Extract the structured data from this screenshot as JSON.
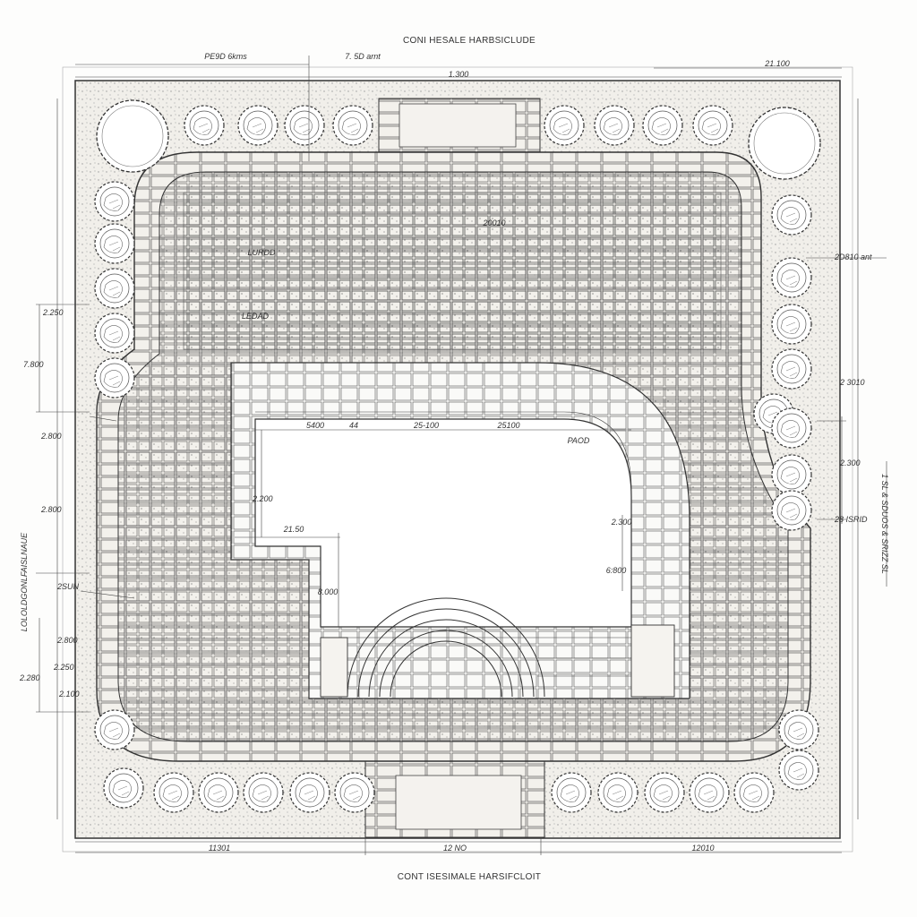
{
  "title_top": "CONI HESALE HARBSICLUDE",
  "title_bottom": "CONT ISESIMALE HARSIFCLOIT",
  "dimensions_top": [
    "PE9D 6kms",
    "7. 5D  arnt",
    "1.300",
    "21.100"
  ],
  "dimensions_bottom": [
    "11301",
    "12 NO",
    "12010"
  ],
  "dimensions_left": [
    "2.250",
    "7.800",
    "2.800",
    "2.800",
    "2.800",
    "2.250",
    "2.280",
    "2.100"
  ],
  "dimensions_right": [
    "2D810  ant",
    "2 3010",
    "2.300",
    "28 ISRID"
  ],
  "dimensions_inner": [
    "5400",
    "44",
    "25-100",
    "25100",
    "2.200",
    "21.50",
    "8.000",
    "6:800",
    "2.300"
  ],
  "side_note_left": "LOLOLDGONLFAISLNAUE",
  "side_note_left_tag": "2SUN",
  "side_note_right": "1 SL & SDUOS & SRIZZ SL",
  "paving_labels": [
    "20010",
    "LURDD",
    "LEDAD",
    "PAOD"
  ],
  "pattern_names": [
    "cobblestone-paving-icon",
    "tree-canopy-icon",
    "stone-border-icon",
    "stepped-arc-icon"
  ],
  "colors": {
    "ink": "#3a3a3a",
    "paper": "#fdfdfc",
    "stone": "#efede8"
  }
}
